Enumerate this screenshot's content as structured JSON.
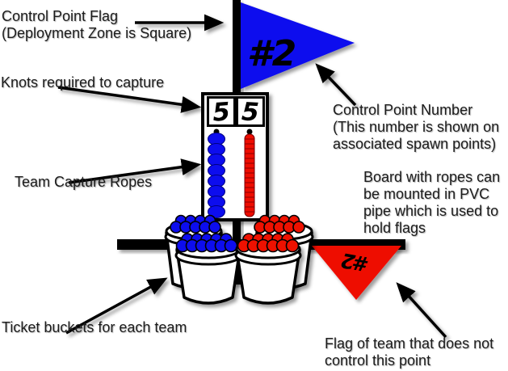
{
  "labels": {
    "control_point_flag": "Control Point Flag\n(Deployment Zone is Square)",
    "knots_required": "Knots required to capture",
    "team_capture_ropes": "Team Capture Ropes",
    "ticket_buckets": "Ticket buckets for each team",
    "control_point_number": "Control Point Number\n(This number is shown on\nassociated spawn points)",
    "board_mounting": "Board with ropes can\nbe mounted in PVC\npipe which is used to\nhold flags",
    "uncontrolled_flag": "Flag of team that does not\ncontrol this point"
  },
  "control_flag": {
    "number": "#2"
  },
  "enemy_flag": {
    "number": "#2"
  },
  "capture_board": {
    "left_knots": "5",
    "right_knots": "5"
  },
  "colors": {
    "team_blue": "#0d0dee",
    "team_red": "#ee1100",
    "pole_black": "#000000"
  }
}
